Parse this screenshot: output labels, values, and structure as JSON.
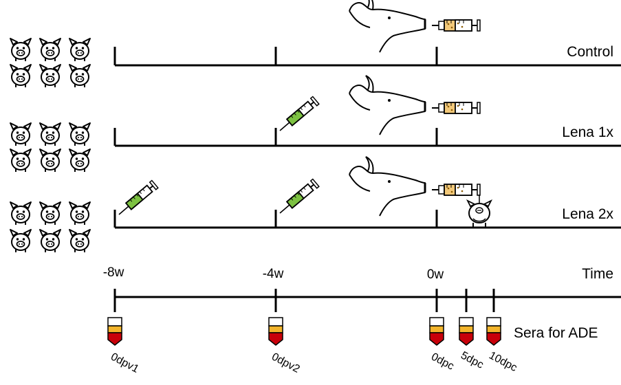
{
  "groups": [
    {
      "label": "Control",
      "pigs": 6,
      "vaccinations": []
    },
    {
      "label": "Lena 1x",
      "pigs": 6,
      "vaccinations": [
        "-4w"
      ]
    },
    {
      "label": "Lena 2x",
      "pigs": 6,
      "vaccinations": [
        "-8w",
        "-4w"
      ]
    }
  ],
  "time_axis": {
    "label": "Time",
    "ticks": [
      "-8w",
      "-4w",
      "0w"
    ]
  },
  "sera": {
    "label": "Sera for ADE",
    "samples": [
      "0dpv1",
      "0dpv2",
      "0dpc",
      "5dpc",
      "10dpc"
    ]
  },
  "colors": {
    "line": "#000000",
    "vaccine_fill": "#7dc242",
    "syringe_challenge_fill": "#f2c879",
    "tube_red": "#c8000a",
    "tube_yellow": "#f3b52b"
  },
  "icons": [
    "pig-face-icon",
    "vaccine-syringe-icon",
    "pig-head-icon",
    "challenge-syringe-icon",
    "sick-pig-icon",
    "serum-tube-icon"
  ]
}
